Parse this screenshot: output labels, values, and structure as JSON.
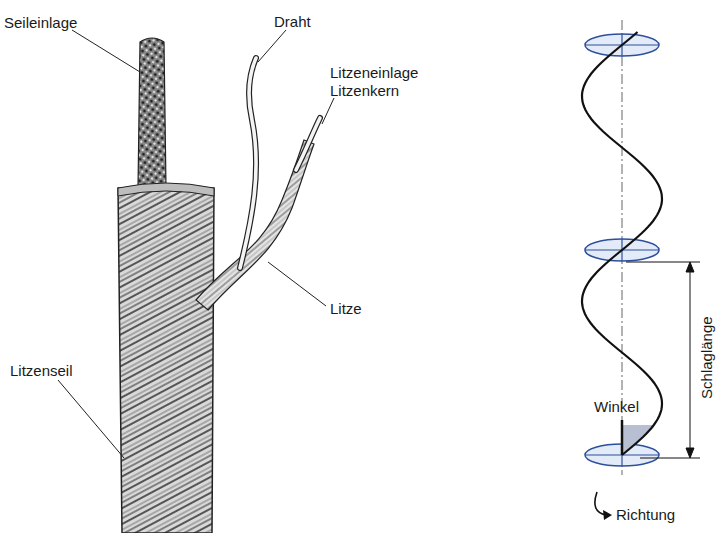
{
  "diagram": {
    "labels": [
      "Seileinlage",
      "Draht",
      "Litzeneinlage",
      "Litzenkern",
      "Litze",
      "Litzenseil",
      "Winkel",
      "Schlaglänge",
      "Richtung"
    ]
  }
}
